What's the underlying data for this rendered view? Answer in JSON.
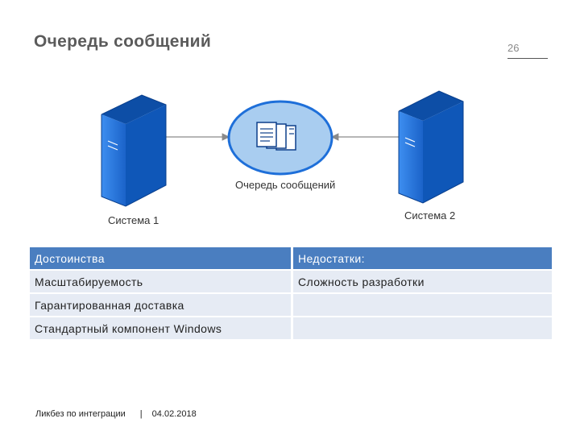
{
  "slide": {
    "title": "Очередь сообщений",
    "page_number": "26"
  },
  "diagram": {
    "system1_label": "Система 1",
    "system2_label": "Система 2",
    "queue_label": "Очередь сообщений",
    "colors": {
      "server_blue": "#1e6fd9",
      "queue_fill": "#a9cdf0",
      "arrow": "#8a8a8a"
    }
  },
  "table": {
    "headers": [
      "Достоинства",
      "Недостатки:"
    ],
    "rows": [
      [
        "Масштабируемость",
        "Сложность разработки"
      ],
      [
        "Гарантированная доставка",
        ""
      ],
      [
        "Стандартный компонент Windows",
        ""
      ]
    ],
    "colors": {
      "header": "#4a7ec0",
      "cell": "#e6ebf4"
    }
  },
  "footer": {
    "left": "Ликбез по интеграции",
    "separator": "|",
    "date": "04.02.2018"
  }
}
